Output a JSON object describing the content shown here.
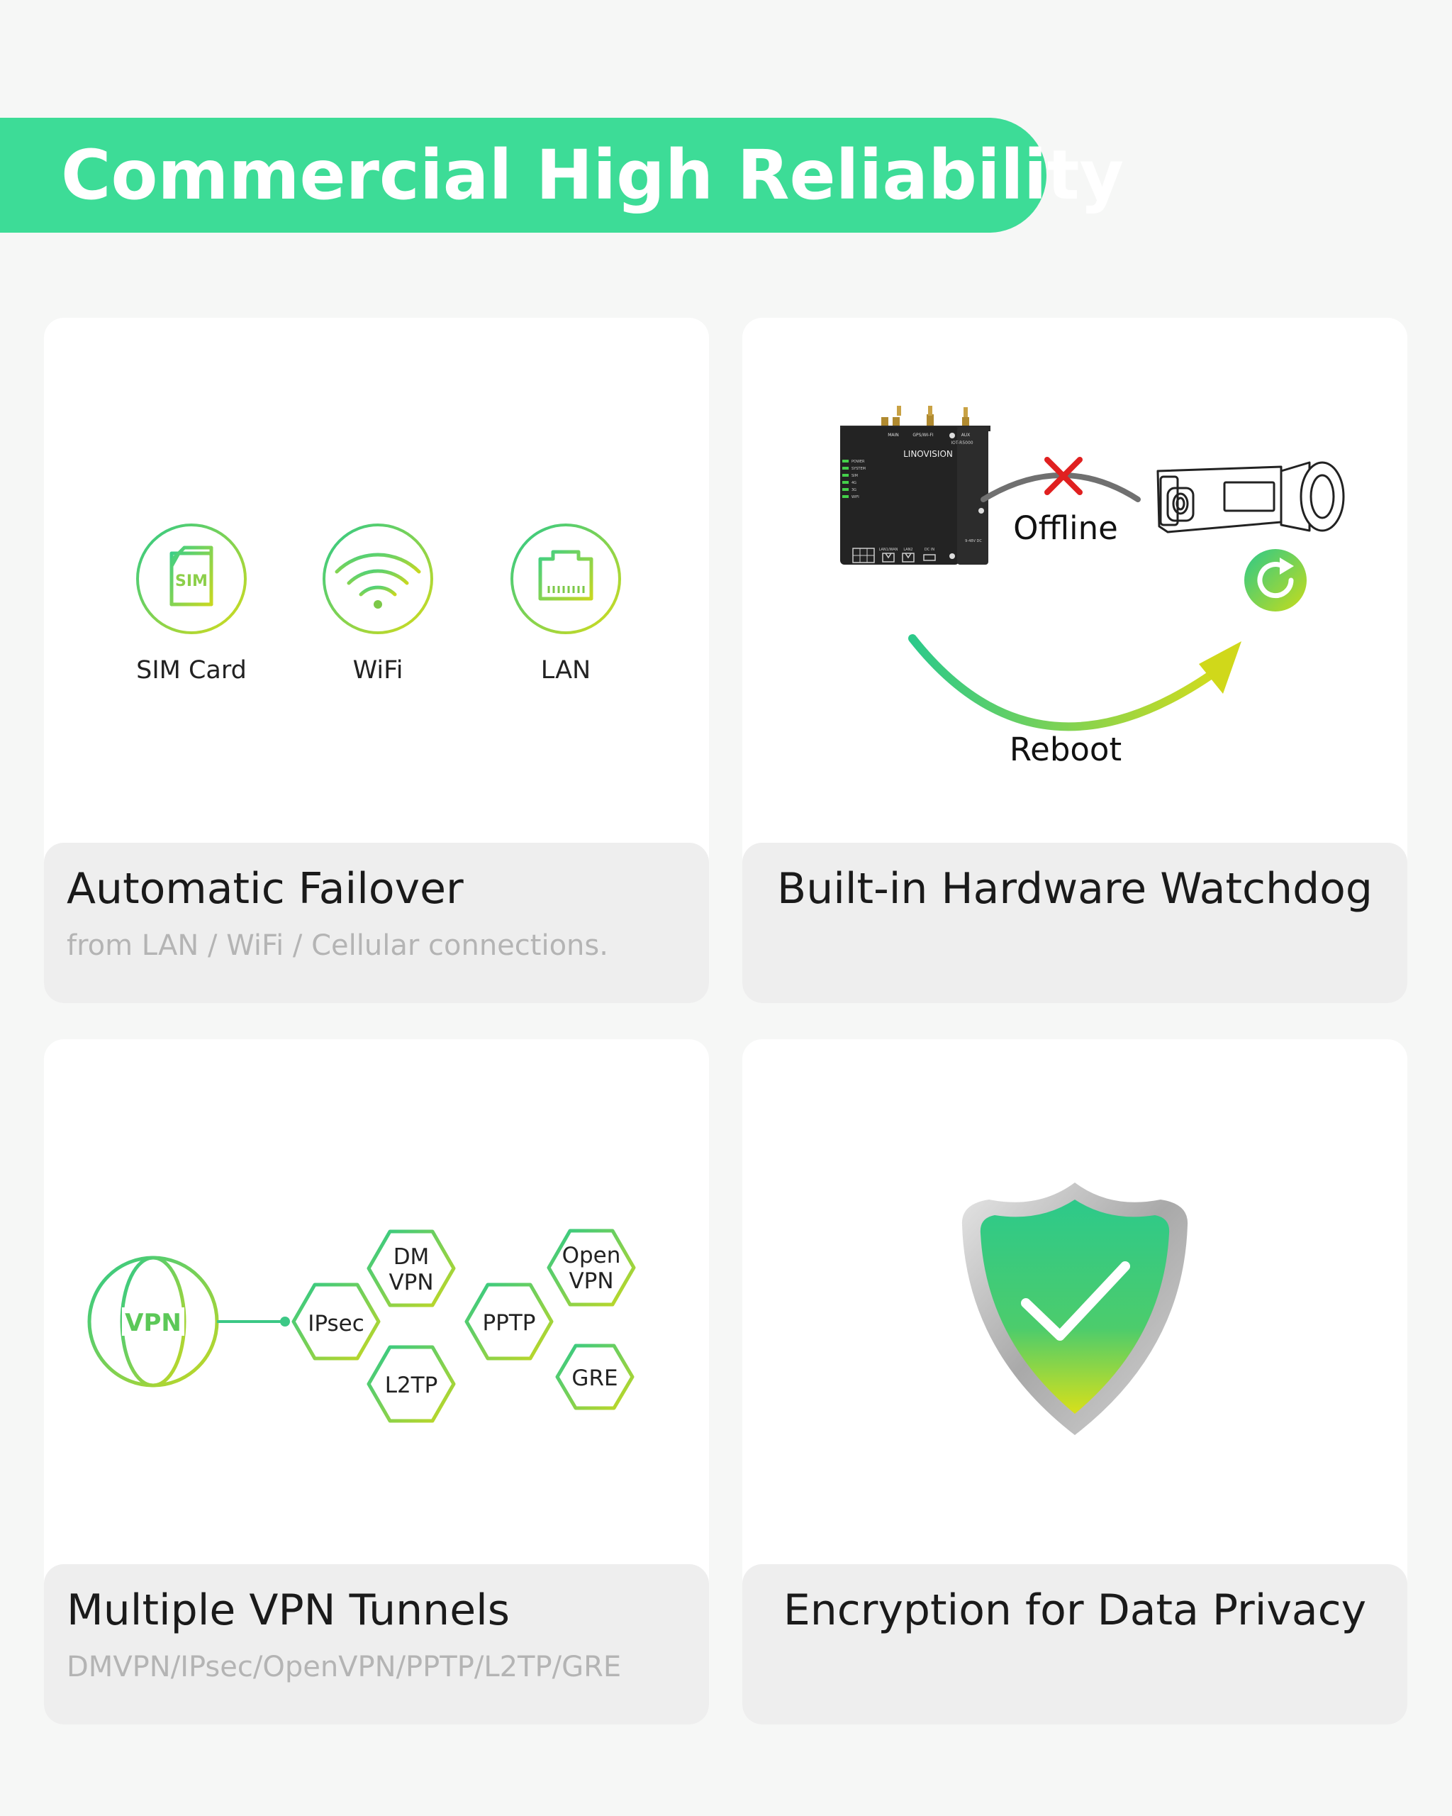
{
  "banner": {
    "title": "Commercial High Reliability"
  },
  "cards": [
    {
      "title": "Automatic Failover",
      "subtitle": "from LAN / WiFi / Cellular connections.",
      "icons": [
        {
          "label": "SIM Card",
          "badge": "SIM",
          "icon": "sim-card-icon"
        },
        {
          "label": "WiFi",
          "icon": "wifi-icon"
        },
        {
          "label": "LAN",
          "icon": "lan-port-icon"
        }
      ]
    },
    {
      "title": "Built-in Hardware Watchdog",
      "router": {
        "brand": "LINOVISION",
        "antenna_labels": [
          "MAIN",
          "GPS/WI-FI",
          "AUX"
        ],
        "model": "IOT-R5000",
        "leds": [
          "POWER",
          "SYSTEM",
          "SIM",
          "4G",
          "3G",
          "WIFI"
        ],
        "bottom_labels": [
          "LAN1/WAN",
          "LAN2",
          "DC IN"
        ],
        "side_text": "9-48V DC"
      },
      "offline_label": "Offline",
      "reboot_label": "Reboot"
    },
    {
      "title": "Multiple VPN Tunnels",
      "subtitle": "DMVPN/IPsec/OpenVPN/PPTP/L2TP/GRE",
      "globe_label": "VPN",
      "protocols": {
        "ipsec": "IPsec",
        "dmvpn": [
          "DM",
          "VPN"
        ],
        "l2tp": "L2TP",
        "pptp": "PPTP",
        "openvpn": [
          "Open",
          "VPN"
        ],
        "gre": "GRE"
      }
    },
    {
      "title": "Encryption for Data Privacy"
    }
  ],
  "colors": {
    "accent": "#3ddc97",
    "gradient_green": "#2cc98a",
    "gradient_yellow": "#d6dc1a",
    "card_footer": "#eeeeee",
    "subtitle_gray": "#b4b4b4"
  }
}
